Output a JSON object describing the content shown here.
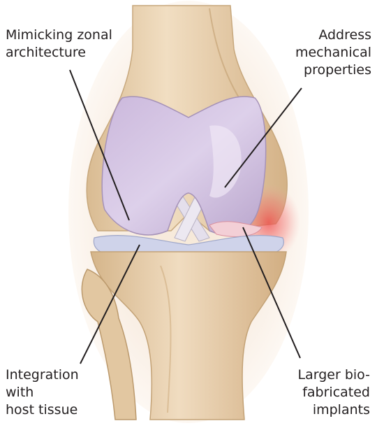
{
  "labels": {
    "top_left": [
      "Mimicking zonal",
      "architecture"
    ],
    "top_right": [
      "Address",
      "mechanical",
      "properties"
    ],
    "bottom_left": [
      "Integration",
      "with",
      "host tissue"
    ],
    "bottom_right": [
      "Larger bio-",
      "fabricated",
      "implants"
    ]
  },
  "colors": {
    "background_glow": "#f8eee4",
    "bone": "#ecd6b4",
    "bone_shadow": "#c9a97c",
    "cartilage": "#c8b6d8",
    "cartilage_highlight": "#e8ddf0",
    "meniscus": "#cfd4ea",
    "ligament": "#e6e1ec",
    "inflammation": "#f05a5a",
    "leader_line": "#231f20",
    "text": "#231f20"
  }
}
